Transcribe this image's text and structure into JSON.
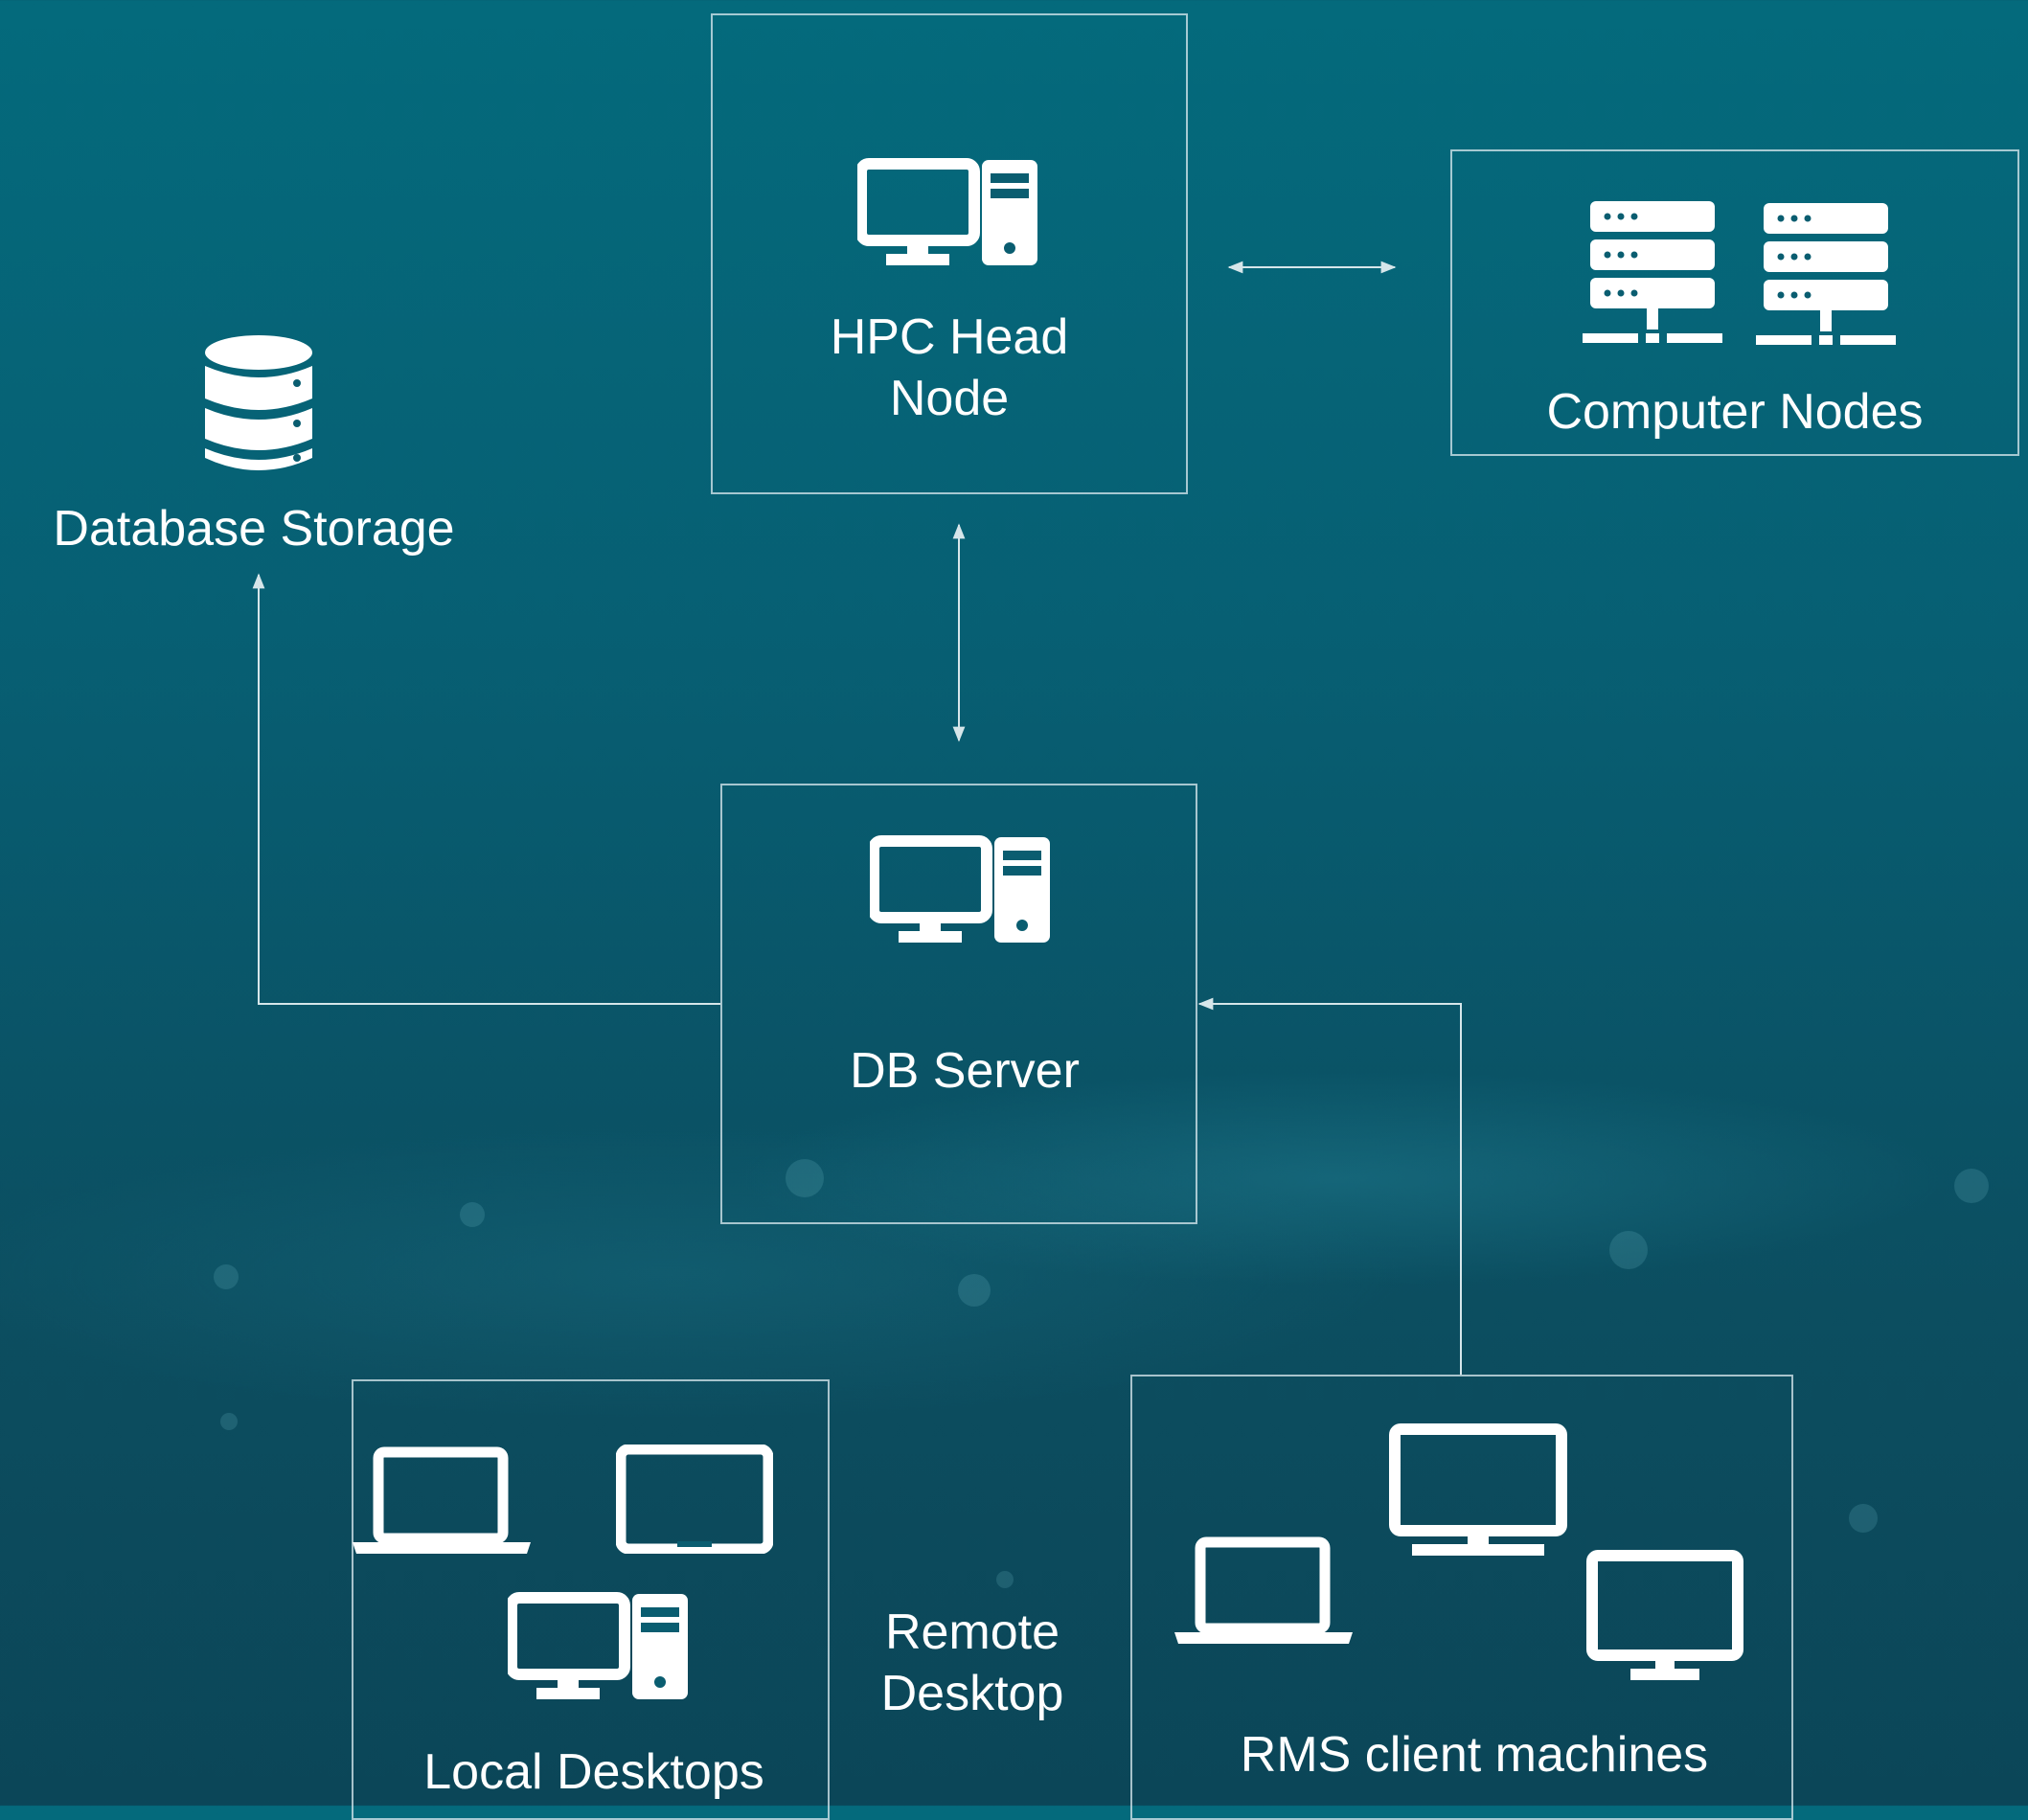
{
  "nodes": {
    "hpc_head": {
      "label": "HPC Head\nNode",
      "icon": "desktop-tower-icon"
    },
    "compute": {
      "label": "Computer Nodes",
      "icon": "server-rack-icon"
    },
    "db_storage": {
      "label": "Database Storage",
      "icon": "database-icon"
    },
    "db_server": {
      "label": "DB Server",
      "icon": "desktop-tower-icon"
    },
    "local": {
      "label": "Local Desktops",
      "icons": [
        "laptop-icon",
        "tablet-icon",
        "desktop-tower-icon"
      ]
    },
    "remote": {
      "label": "Remote\nDesktop"
    },
    "rms": {
      "label": "RMS client machines",
      "icons": [
        "monitor-icon",
        "laptop-icon",
        "monitor-icon"
      ]
    }
  },
  "colors": {
    "line": "#d6e6ea",
    "text": "#ffffff",
    "box_border": "#dcebf0"
  }
}
